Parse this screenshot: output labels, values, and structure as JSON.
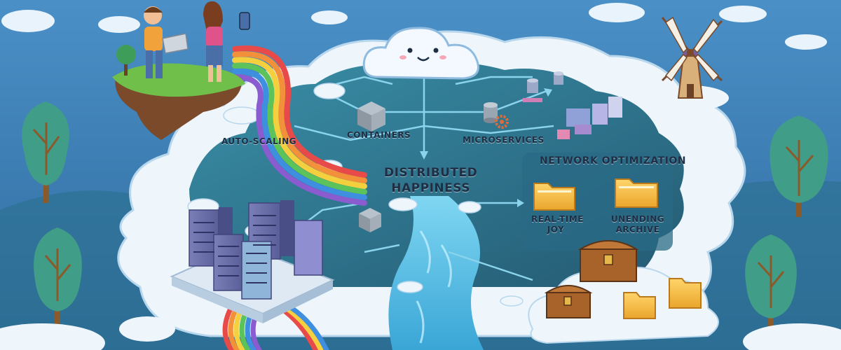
{
  "labels": {
    "auto_scaling": "AUTO-SCALING",
    "containers": "CONTAINERS",
    "microservices": "MICROSERVICES",
    "center_line1": "DISTRIBUTED",
    "center_line2": "HAPPINESS",
    "network_optimization": "NETWORK OPTIMIZATION",
    "real_time_line1": "REAL-TIME",
    "real_time_line2": "JOY",
    "unending_line1": "UNENDING",
    "unending_line2": "ARCHIVE"
  },
  "icons": [
    "happy-cloud-icon",
    "windmill-icon",
    "server-rack-icon",
    "container-box-icon",
    "gear-icon",
    "database-icon",
    "folder-icon",
    "treasure-chest-icon",
    "tree-icon",
    "rainbow-icon",
    "river-icon",
    "people-icon",
    "laptop-icon",
    "smartphone-icon"
  ],
  "colors": {
    "sky": "#3b7fb6",
    "cloud": "#eef6fc",
    "platform": "#2f6e8c",
    "river": "#5ec3e8",
    "folder": "#f4b73b",
    "chest": "#a8632b",
    "tree": "#3f9d88",
    "grass": "#6fbf4a"
  }
}
